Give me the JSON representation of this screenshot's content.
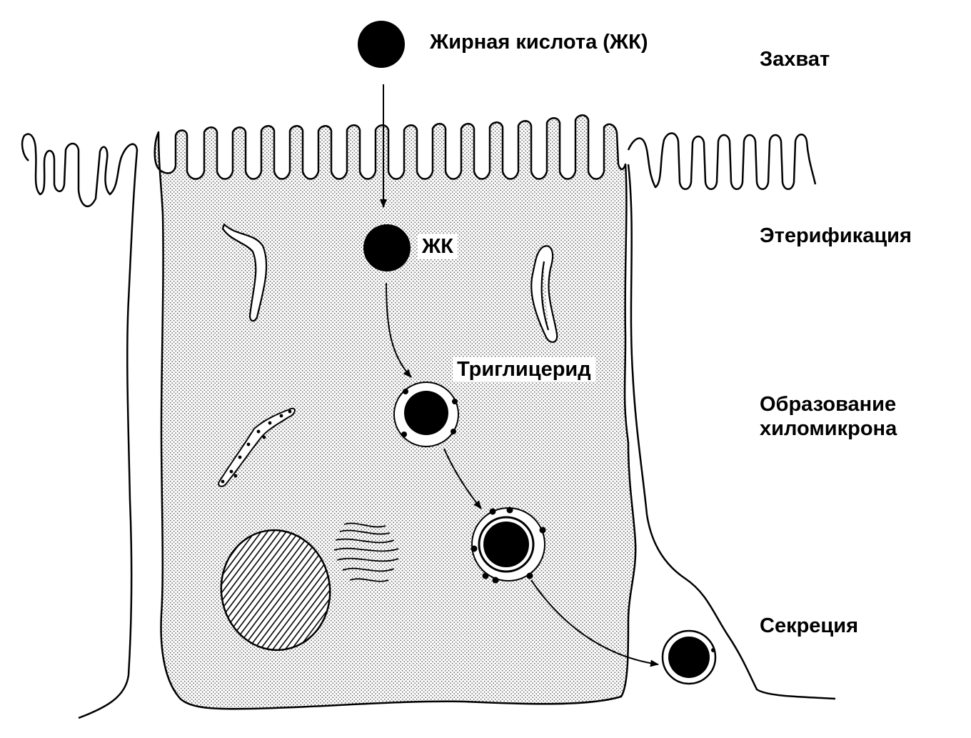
{
  "labels": {
    "fatty_acid": "Жирная кислота (ЖК)",
    "fa_short": "ЖК",
    "triglyceride": "Триглицерид"
  },
  "stages": {
    "uptake": "Захват",
    "esterification": "Этерификация",
    "chylomicron_line1": "Образование",
    "chylomicron_line2": "хиломикрона",
    "secretion": "Секреция"
  },
  "colors": {
    "ink": "#000000",
    "paper": "#ffffff",
    "stipple": "#6a6a6a"
  }
}
